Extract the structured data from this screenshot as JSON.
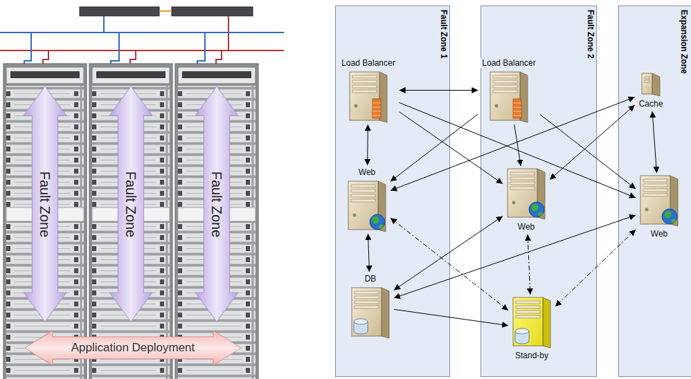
{
  "diagram": {
    "nodes": [
      {
        "text": [
          "Fault Zone"
        ]
      },
      {
        "text": [
          "Fault Zone"
        ]
      },
      {
        "text": [
          "Fault Zone"
        ]
      },
      {
        "text": [
          "Application Deployment"
        ]
      },
      {
        "text": [
          "Fault Zone 1"
        ]
      },
      {
        "text": [
          "Fault Zone 2"
        ]
      },
      {
        "text": [
          "Expansion Zone"
        ]
      },
      {
        "text": [
          "Load Balancer"
        ],
        "in": 4
      },
      {
        "text": [
          "Web"
        ],
        "in": 4
      },
      {
        "text": [
          "DB"
        ],
        "in": 4
      },
      {
        "text": [
          "Load Balancer"
        ],
        "in": 5
      },
      {
        "text": [
          "Web"
        ],
        "in": 5
      },
      {
        "text": [
          "Stand-by"
        ],
        "in": 5
      },
      {
        "text": [
          "Cache"
        ],
        "in": 6
      },
      {
        "text": [
          "Web"
        ],
        "in": 6
      }
    ],
    "edges": [
      {
        "from": 7,
        "to": 10,
        "arrow": "both"
      },
      {
        "from": 7,
        "to": 8,
        "arrow": "both"
      },
      {
        "from": 7,
        "to": 11,
        "arrow": "to"
      },
      {
        "from": 7,
        "to": 14,
        "arrow": "to"
      },
      {
        "from": 10,
        "to": 8,
        "arrow": "to"
      },
      {
        "from": 10,
        "to": 11,
        "arrow": "to"
      },
      {
        "from": 10,
        "to": 14,
        "arrow": "to"
      },
      {
        "from": 8,
        "to": 13,
        "arrow": "both"
      },
      {
        "from": 11,
        "to": 13,
        "arrow": "both"
      },
      {
        "from": 13,
        "to": 14,
        "arrow": "both"
      },
      {
        "from": 8,
        "to": 9,
        "arrow": "both"
      },
      {
        "from": 9,
        "to": 11,
        "arrow": "both"
      },
      {
        "from": 9,
        "to": 14,
        "arrow": "both"
      },
      {
        "from": 9,
        "to": 12,
        "arrow": "to"
      },
      {
        "from": 8,
        "to": 12,
        "arrow": "both"
      },
      {
        "from": 11,
        "to": 12,
        "arrow": "both"
      },
      {
        "from": 14,
        "to": 12,
        "arrow": "both"
      }
    ]
  }
}
